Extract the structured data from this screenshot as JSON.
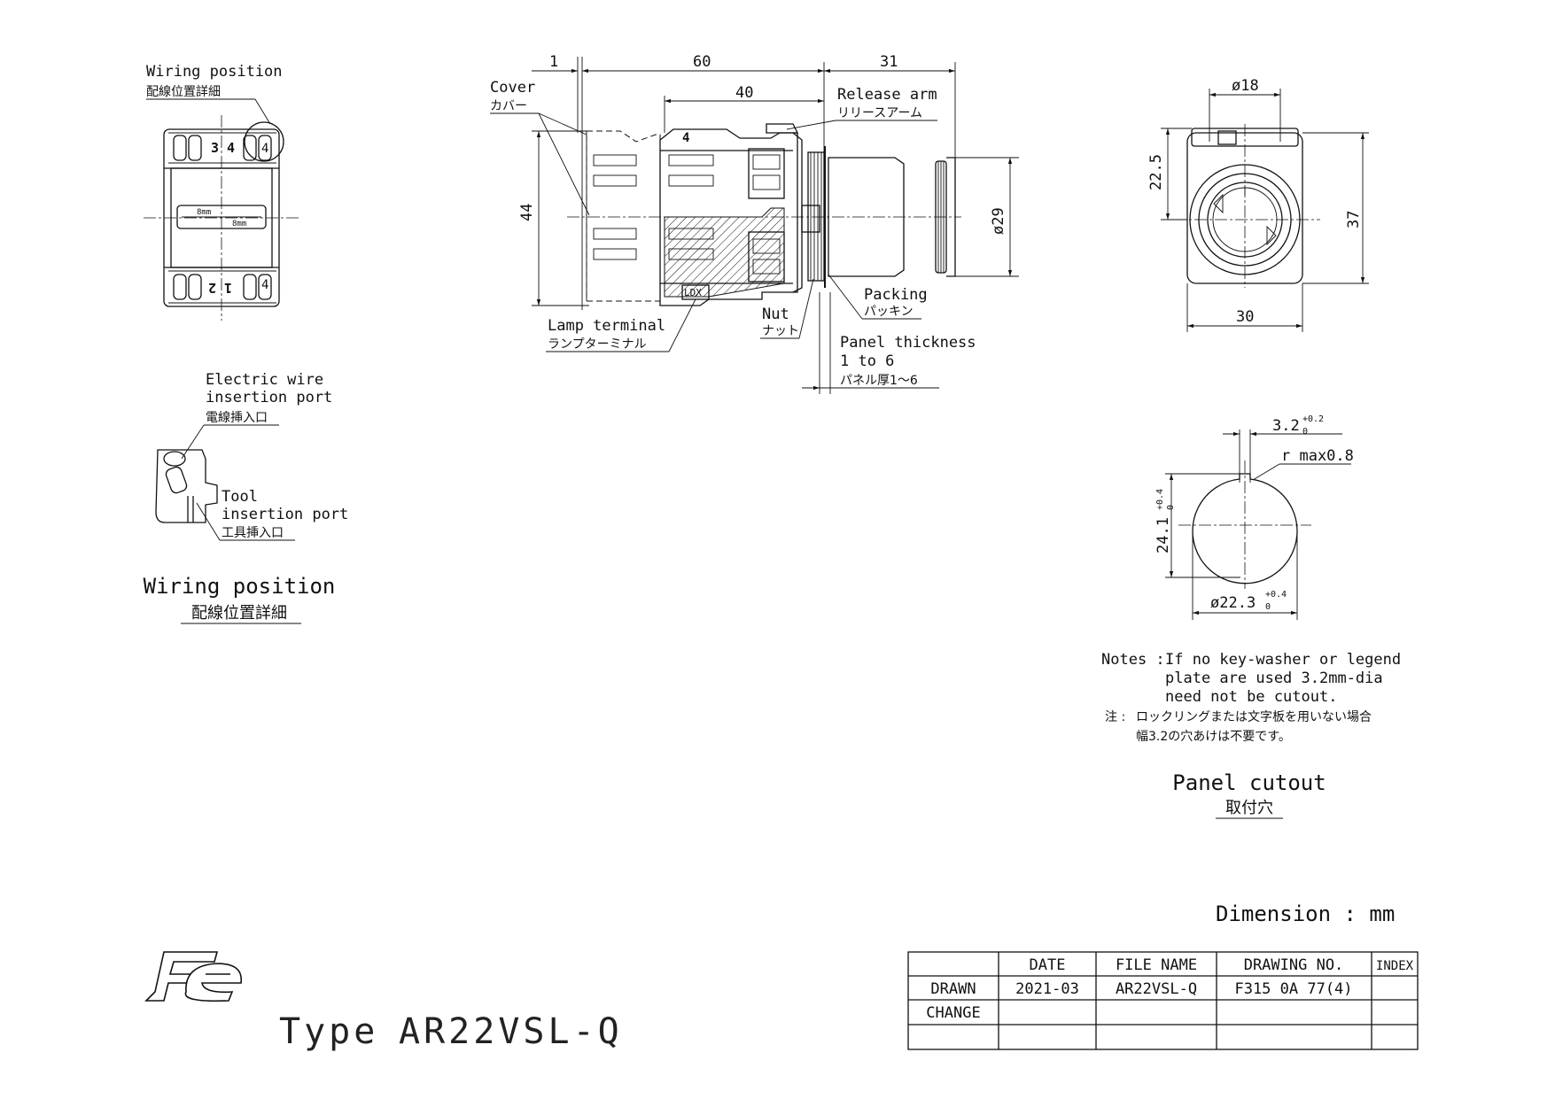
{
  "wiring_detail": {
    "wiring_position_en": "Wiring position",
    "wiring_position_jp": "配線位置詳細",
    "terminal_top": "3 4",
    "terminal_bottom": "1 2",
    "size_tag_1": "8mm",
    "size_tag_2": "8mm",
    "side_mark_top": "4",
    "side_mark_bottom": "4"
  },
  "port_detail": {
    "electric_wire_line1": "Electric wire",
    "electric_wire_line2": "insertion port",
    "electric_wire_jp": "電線挿入口",
    "tool_line1": "Tool",
    "tool_line2": "insertion port",
    "tool_jp": "工具挿入口",
    "caption_en": "Wiring position",
    "caption_jp": "配線位置詳細"
  },
  "side_view": {
    "dim_cover": "1",
    "dim_overall": "60",
    "dim_front": "31",
    "dim_body": "40",
    "dim_height": "44",
    "dim_diameter": "ø29",
    "body_mark": "4",
    "cover_en": "Cover",
    "cover_jp": "カバー",
    "release_arm_en": "Release arm",
    "release_arm_jp": "リリースアーム",
    "lamp_terminal_en": "Lamp terminal",
    "lamp_terminal_jp": "ランプターミナル",
    "lamp_mark": "LDX",
    "nut_en": "Nut",
    "nut_jp": "ナット",
    "packing_en": "Packing",
    "packing_jp": "パッキン",
    "panel_thickness_line1": "Panel thickness",
    "panel_thickness_line2": "1 to 6",
    "panel_thickness_jp": "パネル厚1～6"
  },
  "front_view": {
    "dim_diameter": "ø18",
    "dim_offset": "22.5",
    "dim_height": "37",
    "dim_width": "30"
  },
  "cutout": {
    "key_width": "3.2",
    "key_tol_plus": "+0.2",
    "key_tol_zero": "0",
    "corner_radius": "r max0.8",
    "height": "24.1",
    "height_tol_plus": "+0.4",
    "height_tol_zero": "0",
    "diameter": "ø22.3",
    "diameter_tol_plus": "+0.4",
    "diameter_tol_zero": "0",
    "notes_label": "Notes :",
    "notes_line1": "If no key-washer or legend",
    "notes_line2": "plate are used 3.2mm-dia",
    "notes_line3": "need not be cutout.",
    "notes_jp_label": "注 :",
    "notes_jp_line1": "ロックリングまたは文字板を用いない場合",
    "notes_jp_line2": "幅3.2の穴あけは不要です。",
    "caption_en": "Panel cutout",
    "caption_jp": "取付穴"
  },
  "footer": {
    "dimension_unit": "Dimension : mm",
    "logo": "Fe",
    "type_label": "Type",
    "model": "AR22VSL-Q"
  },
  "title_block": {
    "headers": [
      "",
      "DATE",
      "FILE NAME",
      "DRAWING NO.",
      "INDEX"
    ],
    "rows": [
      [
        "DRAWN",
        "2021-03",
        "AR22VSL-Q",
        "F315 0A 77(4)",
        ""
      ],
      [
        "CHANGE",
        "",
        "",
        "",
        ""
      ],
      [
        "",
        "",
        "",
        "",
        ""
      ]
    ]
  }
}
